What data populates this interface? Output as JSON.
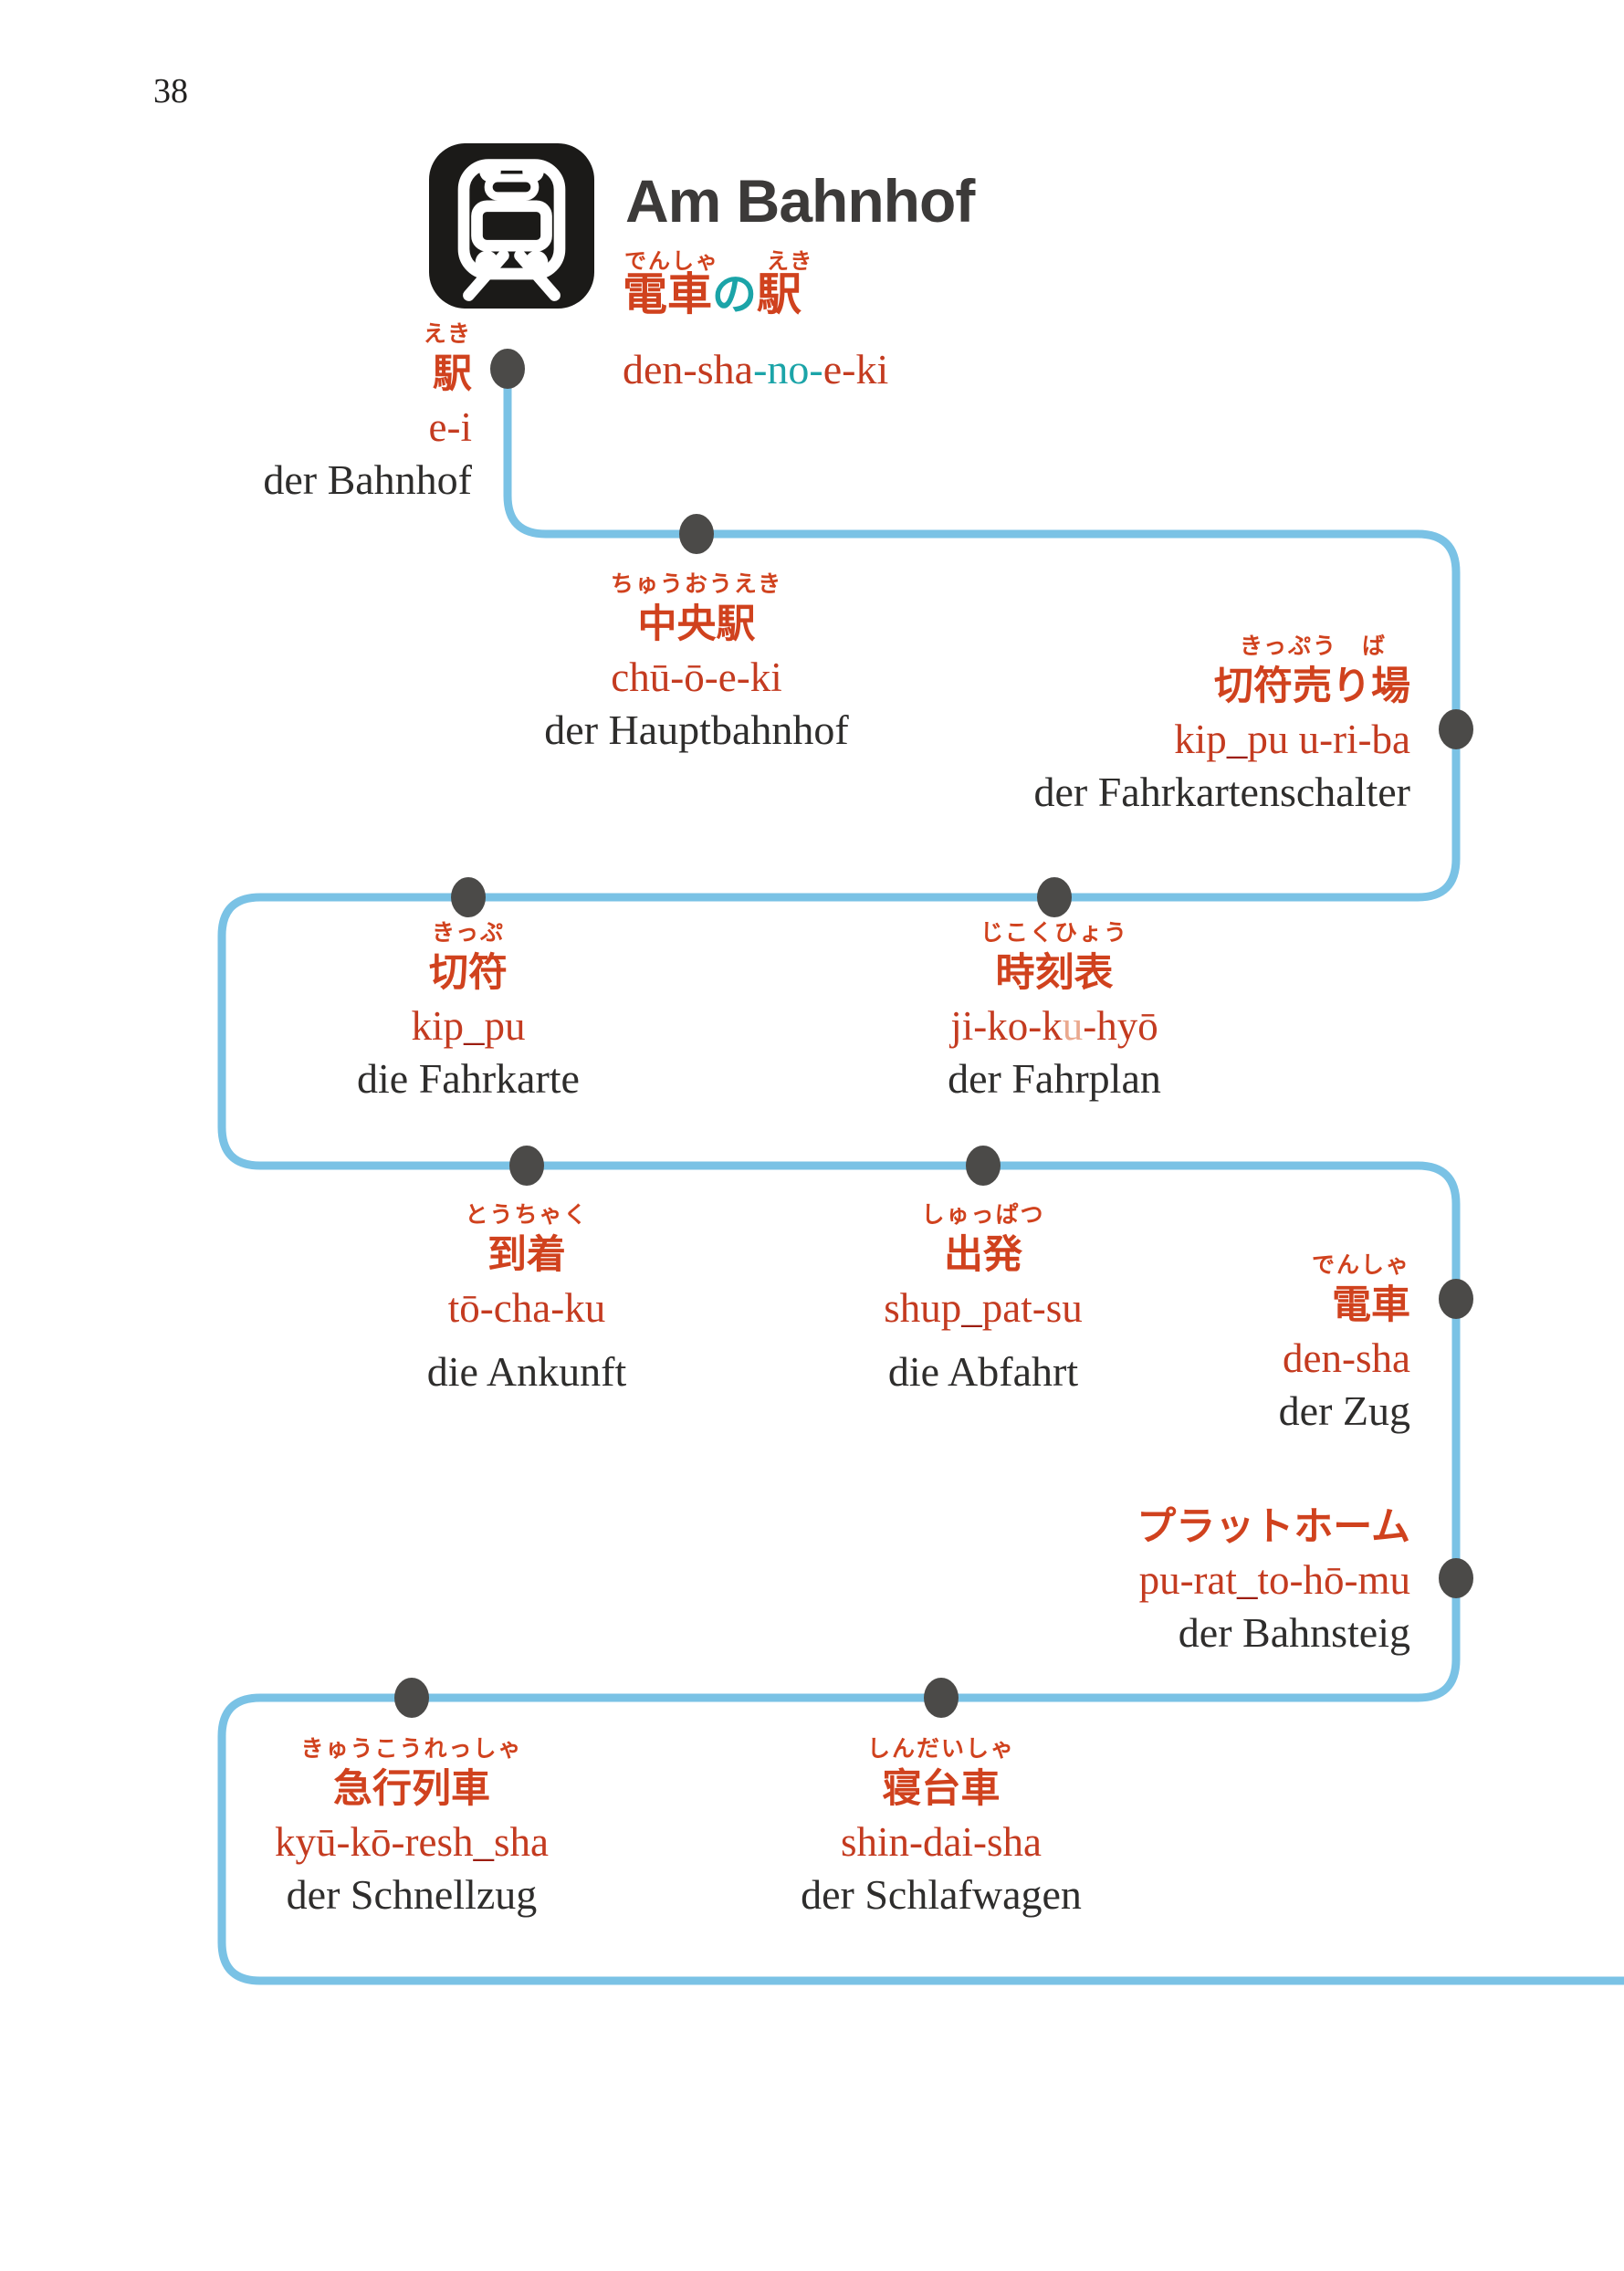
{
  "page": {
    "number": "38"
  },
  "header": {
    "title": "Am Bahnhof",
    "icon": "train-icon",
    "furigana": "でんしゃ　　えき",
    "word_parts": [
      {
        "t": "電車"
      },
      {
        "t": "の"
      },
      {
        "t": "駅"
      }
    ],
    "romaji_parts": [
      {
        "t": "den-sha"
      },
      {
        "t": "-no-"
      },
      {
        "t": "e-ki"
      }
    ]
  },
  "line": {
    "color": "#7ac2e5",
    "dot_color": "#4b4a48"
  },
  "colors": {
    "japanese_red": "#d0421e",
    "romaji_red": "#c43b20",
    "particle_teal": "#1ba4a8",
    "devoiced_light": "#eaa98f",
    "tie_dark_red": "#9c1d11",
    "german_text": "#2e2d2c",
    "title_text": "#3c3a39"
  },
  "stations": [
    {
      "furigana": "えき",
      "word": "駅",
      "romaji": [
        {
          "t": "e-i"
        }
      ],
      "german": "der Bahnhof"
    },
    {
      "furigana": "ちゅうおうえき",
      "word": "中央駅",
      "romaji": [
        {
          "t": "chū-ō-e-ki"
        }
      ],
      "german": "der Hauptbahnhof"
    },
    {
      "furigana": "きっぷう　ば",
      "word": "切符売り場",
      "romaji": [
        {
          "t": "kip"
        },
        {
          "t": "_"
        },
        {
          "t": "pu u-ri-ba"
        }
      ],
      "german": "der Fahrkartenschalter"
    },
    {
      "furigana": "きっぷ",
      "word": "切符",
      "romaji": [
        {
          "t": "kip"
        },
        {
          "t": "_"
        },
        {
          "t": "pu"
        }
      ],
      "german": "die Fahrkarte"
    },
    {
      "furigana": "じこくひょう",
      "word": "時刻表",
      "romaji": [
        {
          "t": "ji-ko-k"
        },
        {
          "t": "u"
        },
        {
          "t": "-hyō"
        }
      ],
      "german": "der Fahrplan"
    },
    {
      "furigana": "とうちゃく",
      "word": "到着",
      "romaji": [
        {
          "t": "tō-cha-ku"
        }
      ],
      "german": "die Ankunft"
    },
    {
      "furigana": "しゅっぱつ",
      "word": "出発",
      "romaji": [
        {
          "t": "shup"
        },
        {
          "t": "_"
        },
        {
          "t": "pat-su"
        }
      ],
      "german": "die Abfahrt"
    },
    {
      "furigana": "でんしゃ",
      "word": "電車",
      "romaji": [
        {
          "t": "den-sha"
        }
      ],
      "german": "der Zug"
    },
    {
      "furigana": "",
      "word": "プラットホーム",
      "romaji": [
        {
          "t": "pu-rat"
        },
        {
          "t": "_"
        },
        {
          "t": "to-hō-mu"
        }
      ],
      "german": "der Bahnsteig"
    },
    {
      "furigana": "きゅうこうれっしゃ",
      "word": "急行列車",
      "romaji": [
        {
          "t": "kyū-kō-resh"
        },
        {
          "t": "_"
        },
        {
          "t": "sha"
        }
      ],
      "german": "der Schnellzug"
    },
    {
      "furigana": "しんだいしゃ",
      "word": "寝台車",
      "romaji": [
        {
          "t": "shin-dai-sha"
        }
      ],
      "german": "der Schlafwagen"
    }
  ]
}
